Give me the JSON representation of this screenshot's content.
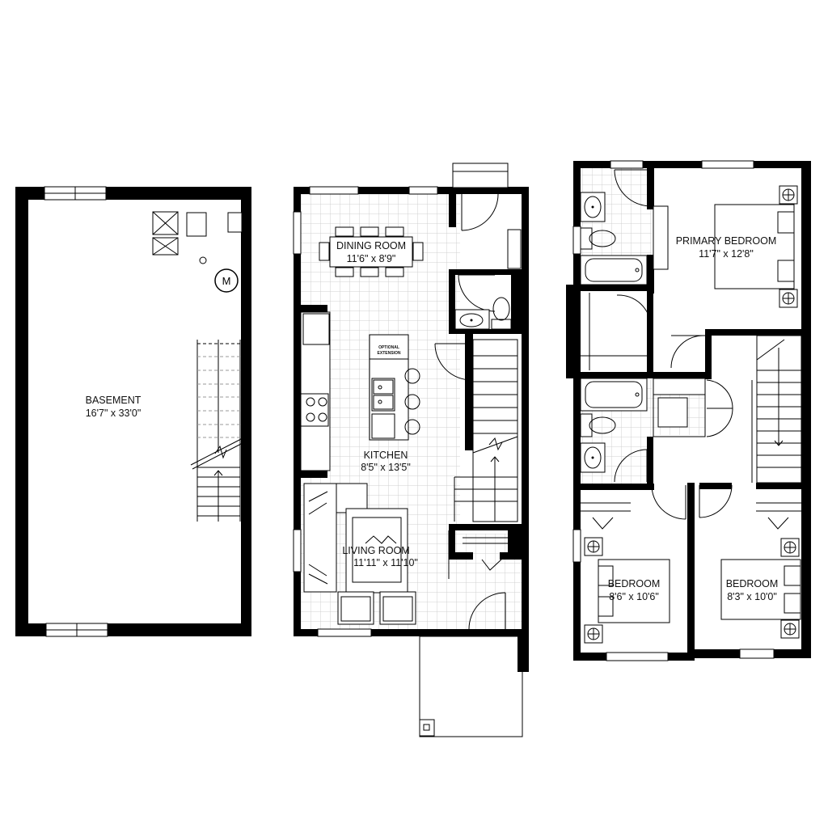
{
  "rooms": {
    "basement": {
      "name": "BASEMENT",
      "size": "16'7\" x 33'0\""
    },
    "dining": {
      "name": "DINING ROOM",
      "size": "11'6\" x 8'9\""
    },
    "kitchen": {
      "name": "KITCHEN",
      "size": "8'5\" x 13'5\""
    },
    "living": {
      "name": "LIVING ROOM",
      "size": "11'11\" x 11'10\""
    },
    "primary": {
      "name": "PRIMARY BEDROOM",
      "size": "11'7\" x 12'8\""
    },
    "bedroom2": {
      "name": "BEDROOM",
      "size": "8'6\" x 10'6\""
    },
    "bedroom3": {
      "name": "BEDROOM",
      "size": "8'3\" x 10'0\""
    }
  },
  "annotations": {
    "optional_line1": "OPTIONAL",
    "optional_line2": "EXTENSION",
    "meter": "M"
  }
}
